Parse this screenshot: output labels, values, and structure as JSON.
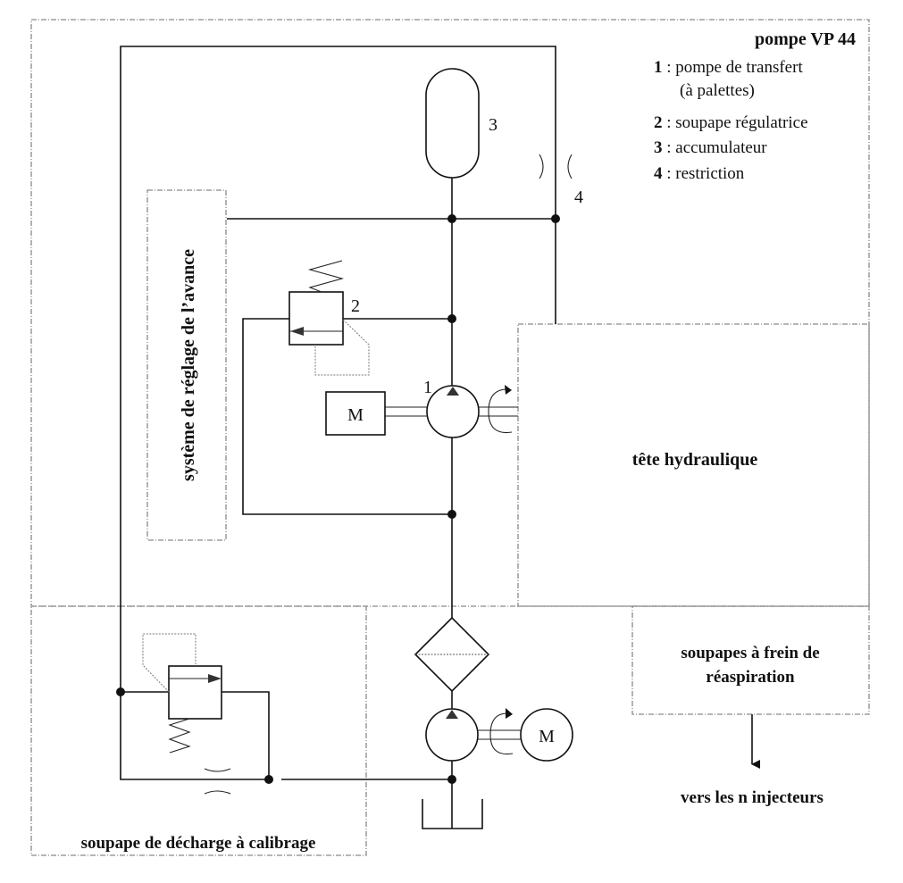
{
  "diagram": {
    "type": "hydraulic-schematic",
    "title": "pompe VP 44",
    "legend": [
      {
        "num": "1",
        "sep": " :  ",
        "label": "pompe  de  transfert"
      },
      {
        "num": "",
        "sep": "",
        "label": "(à palettes)"
      },
      {
        "num": "2",
        "sep": " : ",
        "label": "soupape régulatrice"
      },
      {
        "num": "3",
        "sep": " : ",
        "label": "accumulateur"
      },
      {
        "num": "4",
        "sep": " : ",
        "label": "restriction"
      }
    ],
    "component_labels": {
      "pump_transfer": "1",
      "regulator_valve": "2",
      "accumulator": "3",
      "restriction": "4",
      "motor_top": "M",
      "motor_bottom": "M"
    },
    "blocks": {
      "advance_system": "système de réglage de l’avance",
      "hydraulic_head": "tête hydraulique",
      "anti_cavitation_valves_line1": "soupapes à frein de",
      "anti_cavitation_valves_line2": "réaspiration",
      "relief_valve": "soupape de décharge à calibrage",
      "to_injectors": "vers les n injecteurs"
    }
  }
}
